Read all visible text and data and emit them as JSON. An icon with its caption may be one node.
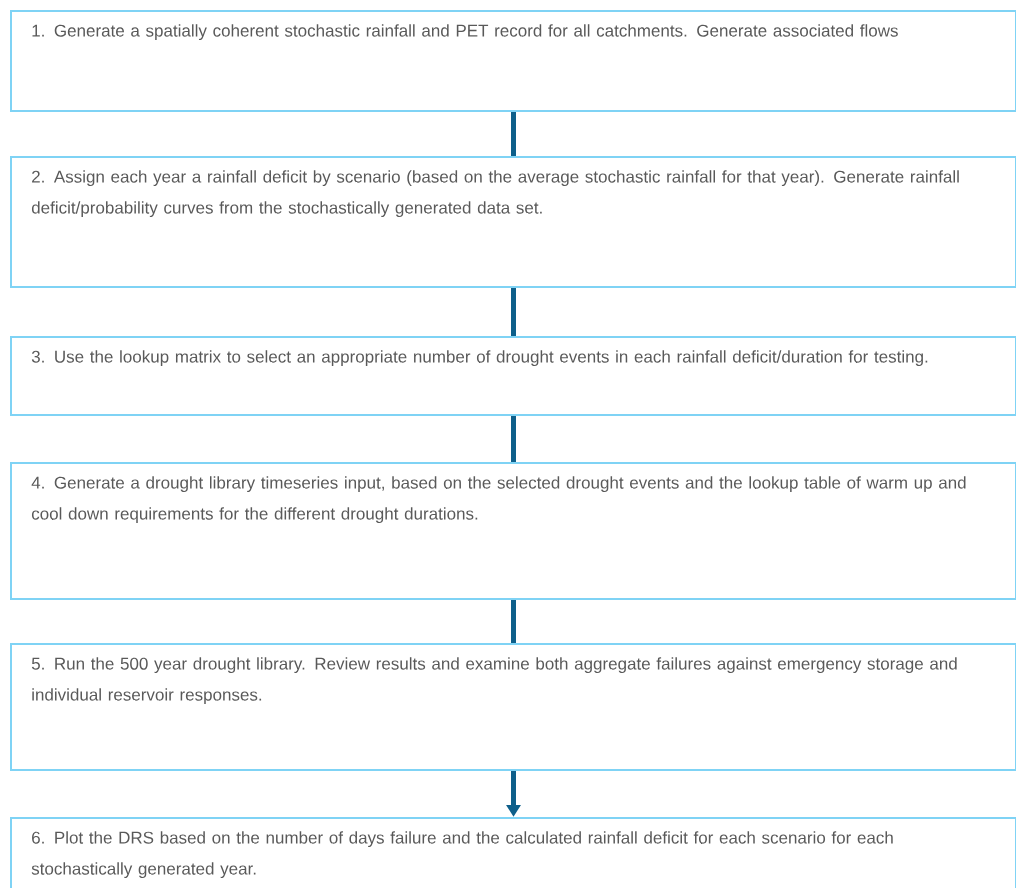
{
  "diagram": {
    "nodes": [
      {
        "text": [
          "1.  Generate a spatially coherent stochastic rainfall and PET record for all catchments.  Generate associated flows"
        ]
      },
      {
        "text": [
          "2.  Assign each year a rainfall deficit by scenario (based on the average stochastic rainfall for that year).  Generate rainfall deficit/probability curves from the stochastically generated data set."
        ]
      },
      {
        "text": [
          "3.  Use the lookup matrix to select an appropriate number of drought events in each rainfall deficit/duration for testing."
        ]
      },
      {
        "text": [
          "4.  Generate a drought library timeseries input, based on the selected drought events and the lookup table of warm up and cool down requirements for the different drought durations."
        ]
      },
      {
        "text": [
          "5.  Run the 500 year drought library.  Review results and examine both aggregate failures against emergency storage and individual reservoir responses."
        ]
      },
      {
        "text": [
          "6.  Plot the DRS based on the number of days failure and the calculated rainfall deficit for each scenario for each stochastically generated year."
        ]
      }
    ],
    "edges": [
      {
        "from": 0,
        "to": 1,
        "arrow": "none"
      },
      {
        "from": 1,
        "to": 2,
        "arrow": "none"
      },
      {
        "from": 2,
        "to": 3,
        "arrow": "none"
      },
      {
        "from": 3,
        "to": 4,
        "arrow": "none"
      },
      {
        "from": 4,
        "to": 5,
        "arrow": "to"
      }
    ]
  }
}
